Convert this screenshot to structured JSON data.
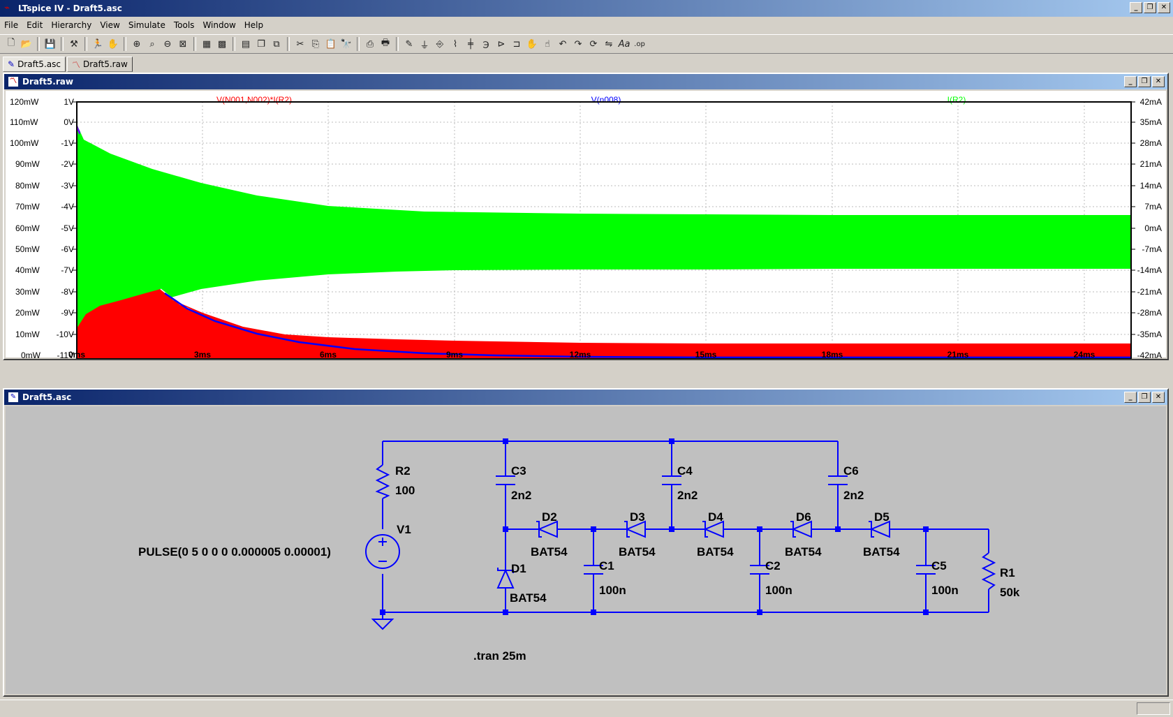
{
  "window": {
    "title": "LTspice IV - Draft5.asc"
  },
  "menu": [
    "File",
    "Edit",
    "Hierarchy",
    "View",
    "Simulate",
    "Tools",
    "Window",
    "Help"
  ],
  "tabs": [
    {
      "label": "Draft5.asc"
    },
    {
      "label": "Draft5.raw"
    }
  ],
  "waveform": {
    "title": "Draft5.raw",
    "traces": [
      {
        "label": "V(N001,N002)*I(R2)",
        "color": "#ff0000"
      },
      {
        "label": "V(n008)",
        "color": "#0000ff"
      },
      {
        "label": "I(R2)",
        "color": "#00ff00"
      }
    ],
    "left_axis": [
      "120mW",
      "110mW",
      "100mW",
      "90mW",
      "80mW",
      "70mW",
      "60mW",
      "50mW",
      "40mW",
      "30mW",
      "20mW",
      "10mW",
      "0mW"
    ],
    "volt_axis": [
      "1V",
      "0V",
      "-1V",
      "-2V",
      "-3V",
      "-4V",
      "-5V",
      "-6V",
      "-7V",
      "-8V",
      "-9V",
      "-10V",
      "-11V"
    ],
    "right_axis": [
      "42mA",
      "35mA",
      "28mA",
      "21mA",
      "14mA",
      "7mA",
      "0mA",
      "-7mA",
      "-14mA",
      "-21mA",
      "-28mA",
      "-35mA",
      "-42mA"
    ],
    "x_axis": [
      "0ms",
      "3ms",
      "6ms",
      "9ms",
      "12ms",
      "15ms",
      "18ms",
      "21ms",
      "24ms"
    ]
  },
  "schematic": {
    "title": "Draft5.asc",
    "source_value": "PULSE(0 5 0 0 0 0.000005 0.00001)",
    "directive": ".tran 25m",
    "components": {
      "R2": {
        "name": "R2",
        "value": "100"
      },
      "V1": {
        "name": "V1"
      },
      "C3": {
        "name": "C3",
        "value": "2n2"
      },
      "C4": {
        "name": "C4",
        "value": "2n2"
      },
      "C6": {
        "name": "C6",
        "value": "2n2"
      },
      "D1": {
        "name": "D1",
        "value": "BAT54"
      },
      "D2": {
        "name": "D2",
        "value": "BAT54"
      },
      "D3": {
        "name": "D3",
        "value": "BAT54"
      },
      "D4": {
        "name": "D4",
        "value": "BAT54"
      },
      "D6": {
        "name": "D6",
        "value": "BAT54"
      },
      "D5": {
        "name": "D5",
        "value": "BAT54"
      },
      "C1": {
        "name": "C1",
        "value": "100n"
      },
      "C2": {
        "name": "C2",
        "value": "100n"
      },
      "C5": {
        "name": "C5",
        "value": "100n"
      },
      "R1": {
        "name": "R1",
        "value": "50k"
      }
    }
  }
}
